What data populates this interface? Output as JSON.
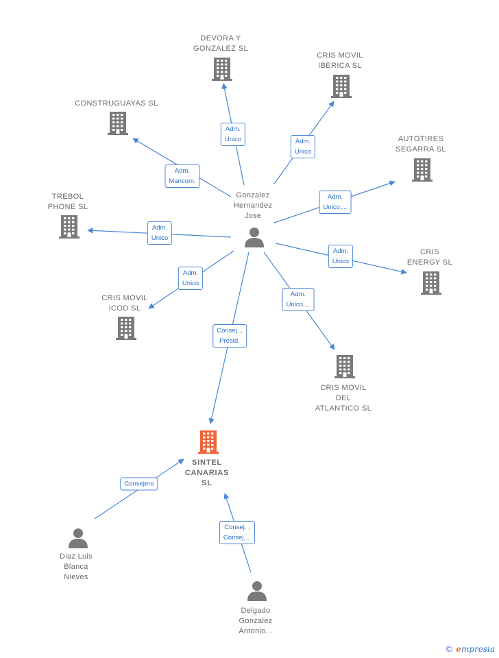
{
  "colors": {
    "edge": "#4a86d4",
    "company": "#7a7a7a",
    "main_company": "#f0643a",
    "person": "#7a7a7a"
  },
  "center": {
    "id": "gonzalez",
    "label": [
      "Gonzalez",
      "Hernandez",
      "Jose"
    ]
  },
  "main_company": {
    "id": "sintel",
    "label": [
      "SINTEL",
      "CANARIAS",
      "SL"
    ]
  },
  "companies": [
    {
      "id": "devora",
      "label": [
        "DEVORA Y",
        "GONZALEZ SL"
      ]
    },
    {
      "id": "crisiberica",
      "label": [
        "CRIS MOVIL",
        "IBERICA  SL"
      ]
    },
    {
      "id": "construguayas",
      "label": [
        "CONSTRUGUAYAS SL"
      ]
    },
    {
      "id": "autotires",
      "label": [
        "AUTOTIRES",
        "SEGARRA  SL"
      ]
    },
    {
      "id": "trebol",
      "label": [
        "TREBOL",
        "PHONE SL"
      ]
    },
    {
      "id": "crisenergy",
      "label": [
        "CRIS",
        "ENERGY  SL"
      ]
    },
    {
      "id": "crisicod",
      "label": [
        "CRIS MOVIL",
        "ICOD SL"
      ]
    },
    {
      "id": "crisatlantico",
      "label": [
        "CRIS MOVIL",
        "DEL",
        "ATLANTICO  SL"
      ]
    }
  ],
  "persons": [
    {
      "id": "diaz",
      "label": [
        "Diaz Luis",
        "Blanca",
        "Nieves"
      ]
    },
    {
      "id": "delgado",
      "label": [
        "Delgado",
        "Gonzalez",
        "Antonio..."
      ]
    }
  ],
  "edges": [
    {
      "from": "gonzalez",
      "to": "devora",
      "label": [
        "Adm.",
        "Unico"
      ]
    },
    {
      "from": "gonzalez",
      "to": "crisiberica",
      "label": [
        "Adm.",
        "Unico"
      ]
    },
    {
      "from": "gonzalez",
      "to": "construguayas",
      "label": [
        "Adm.",
        "Mancom."
      ]
    },
    {
      "from": "gonzalez",
      "to": "autotires",
      "label": [
        "Adm.",
        "Unico,..."
      ]
    },
    {
      "from": "gonzalez",
      "to": "trebol",
      "label": [
        "Adm.",
        "Unico"
      ]
    },
    {
      "from": "gonzalez",
      "to": "crisenergy",
      "label": [
        "Adm.",
        "Unico"
      ]
    },
    {
      "from": "gonzalez",
      "to": "crisicod",
      "label": [
        "Adm.",
        "Unico"
      ]
    },
    {
      "from": "gonzalez",
      "to": "crisatlantico",
      "label": [
        "Adm.",
        "Unico,..."
      ]
    },
    {
      "from": "gonzalez",
      "to": "sintel",
      "label": [
        "Consej. ,",
        "Presid."
      ]
    },
    {
      "from": "diaz",
      "to": "sintel",
      "label": [
        "Consejero"
      ]
    },
    {
      "from": "delgado",
      "to": "sintel",
      "label": [
        "Consej. ,",
        "Consej...."
      ]
    }
  ],
  "brand": {
    "copyright": "©",
    "initial": "e",
    "rest": "mpresia"
  }
}
